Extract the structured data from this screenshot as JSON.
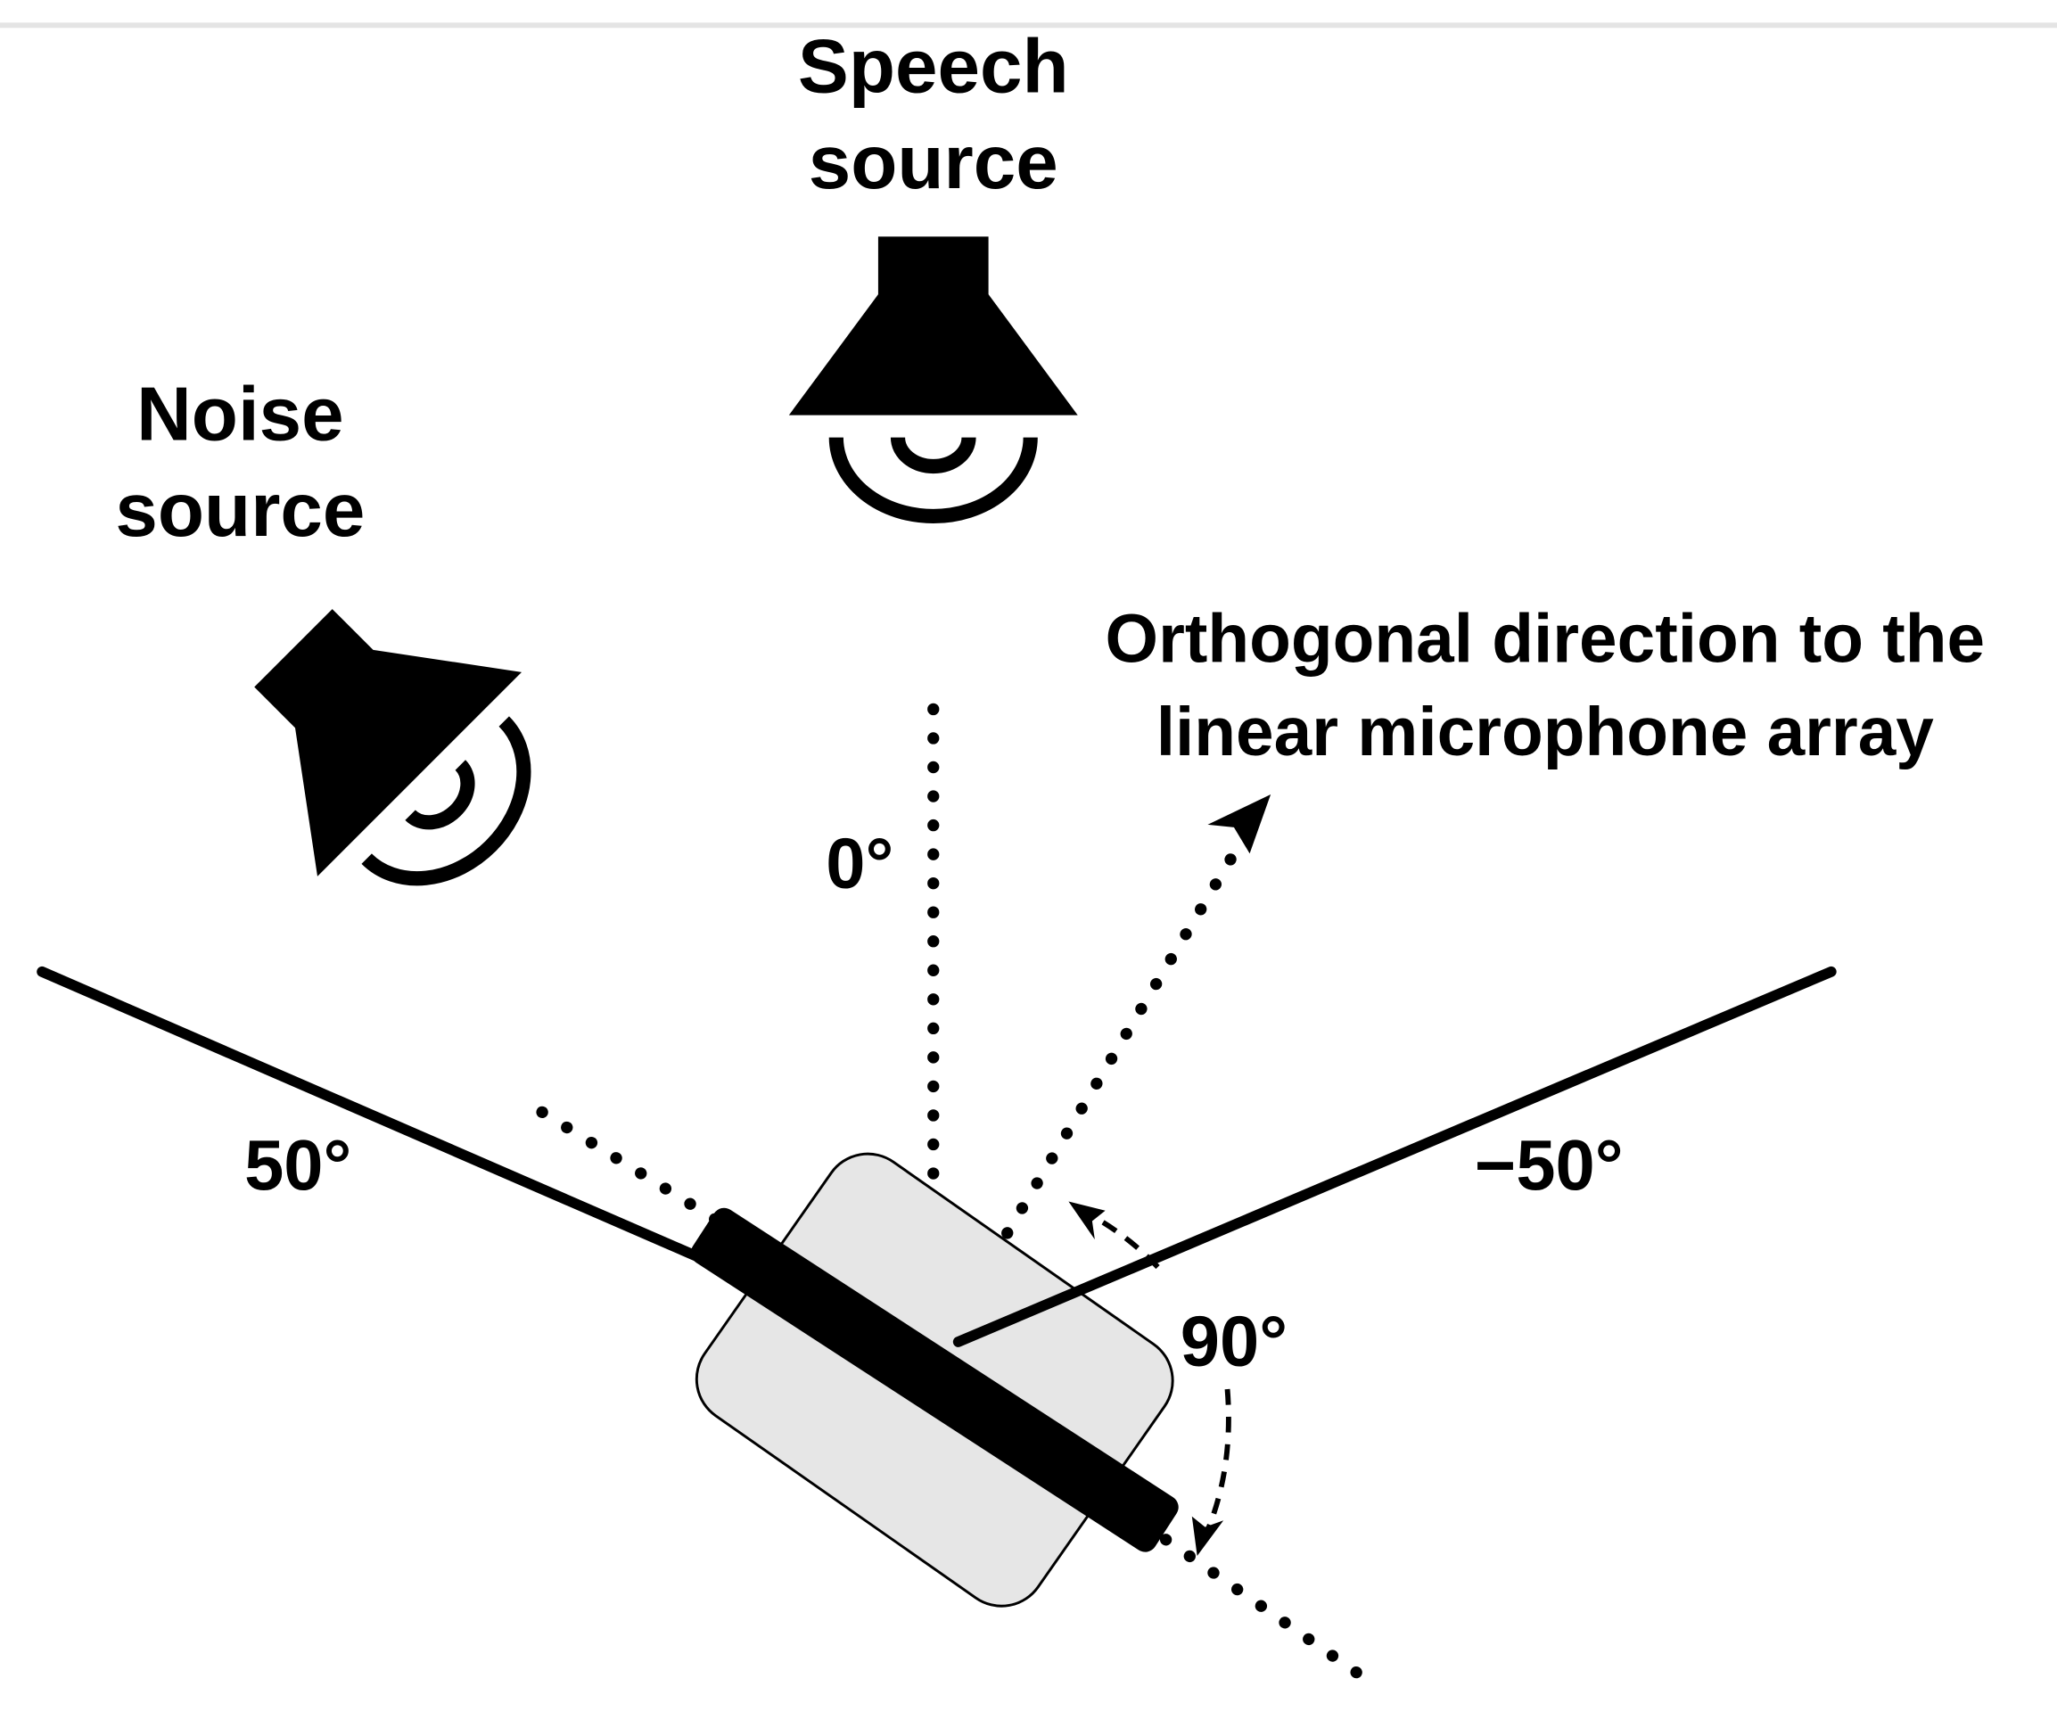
{
  "labels": {
    "speech_source_line1": "Speech",
    "speech_source_line2": "source",
    "noise_source_line1": "Noise",
    "noise_source_line2": "source",
    "orthogonal_line1": "Orthogonal direction to the",
    "orthogonal_line2": "linear microphone array",
    "angle_zero": "0°",
    "angle_left": "50°",
    "angle_right": "−50°",
    "angle_ninety": "90°"
  },
  "icons": {
    "speech": "speaker-icon",
    "noise": "speaker-icon"
  },
  "colors": {
    "ink": "#000000",
    "device_fill": "#e6e6e6",
    "background": "#ffffff"
  }
}
